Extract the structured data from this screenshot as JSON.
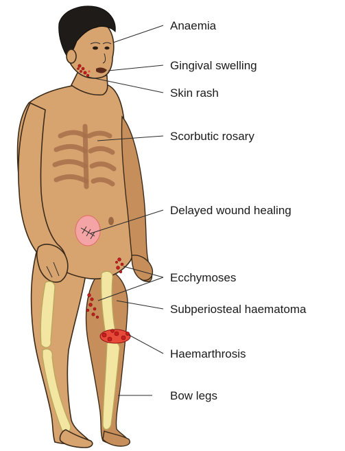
{
  "labels": {
    "anaemia": "Anaemia",
    "gingival_swelling": "Gingival swelling",
    "skin_rash": "Skin rash",
    "scorbutic_rosary": "Scorbutic rosary",
    "delayed_wound_healing": "Delayed wound healing",
    "ecchymoses": "Ecchymoses",
    "subperiosteal_haematoma": "Subperiosteal haematoma",
    "haemarthrosis": "Haemarthrosis",
    "bow_legs": "Bow legs"
  },
  "colors": {
    "skin": "#d7a36f",
    "bone": "#f2e6a2",
    "hemorrhage": "#c81e1e",
    "hair": "#1f1b18"
  }
}
